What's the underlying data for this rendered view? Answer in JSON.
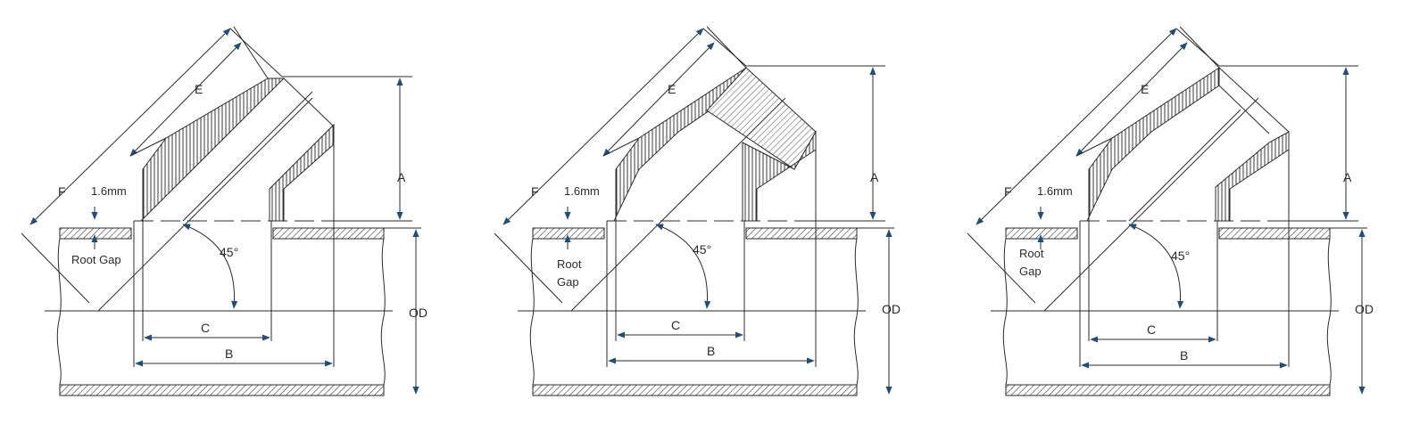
{
  "colors": {
    "line": "#2a2a2a",
    "arrow": "#1f4e7a",
    "hatch": "#3a3a3a",
    "background": "#ffffff"
  },
  "views": [
    {
      "labels": {
        "E": "E",
        "F": "F",
        "A": "A",
        "OD": "OD",
        "C": "C",
        "B": "B",
        "angle": "45°",
        "gap": "1.6mm",
        "root_line1": "Root Gap",
        "root_line2": ""
      }
    },
    {
      "labels": {
        "E": "E",
        "F": "F",
        "A": "A",
        "OD": "OD",
        "C": "C",
        "B": "B",
        "angle": "45°",
        "gap": "1.6mm",
        "root_line1": "Root",
        "root_line2": "Gap"
      }
    },
    {
      "labels": {
        "E": "E",
        "F": "F",
        "A": "A",
        "OD": "OD",
        "C": "C",
        "B": "B",
        "angle": "45°",
        "gap": "1.6mm",
        "root_line1": "Root",
        "root_line2": "Gap"
      }
    }
  ]
}
